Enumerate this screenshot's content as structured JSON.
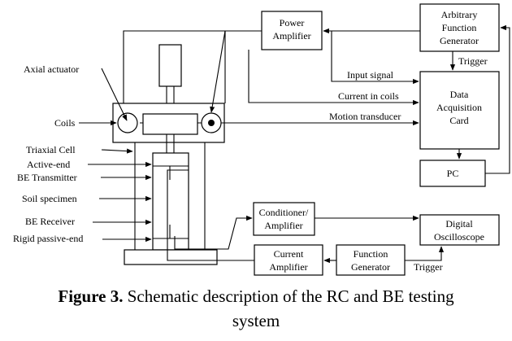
{
  "blocks": {
    "power_amplifier": [
      "Power",
      "Amplifier"
    ],
    "afg": [
      "Arbitrary",
      "Function",
      "Generator"
    ],
    "daq": [
      "Data",
      "Acquisition",
      "Card"
    ],
    "pc": "PC",
    "conditioner": [
      "Conditioner/",
      "Amplifier"
    ],
    "oscilloscope": [
      "Digital",
      "Oscilloscope"
    ],
    "current_amplifier": [
      "Current",
      "Amplifier"
    ],
    "function_generator": [
      "Function",
      "Generator"
    ]
  },
  "signals": {
    "trigger_top": "Trigger",
    "input_signal": "Input signal",
    "current_in_coils": "Current in coils",
    "motion_transducer": "Motion transducer",
    "trigger_bottom": "Trigger"
  },
  "components": {
    "axial_actuator": "Axial actuator",
    "coils": "Coils",
    "triaxial_cell": "Triaxial Cell",
    "active_end": "Active-end",
    "be_transmitter": "BE Transmitter",
    "soil_specimen": "Soil specimen",
    "be_receiver": "BE Receiver",
    "rigid_passive_end": "Rigid passive-end"
  },
  "caption": {
    "label": "Figure 3.",
    "text_line1": " Schematic description of the RC and BE testing",
    "text_line2": "system"
  }
}
